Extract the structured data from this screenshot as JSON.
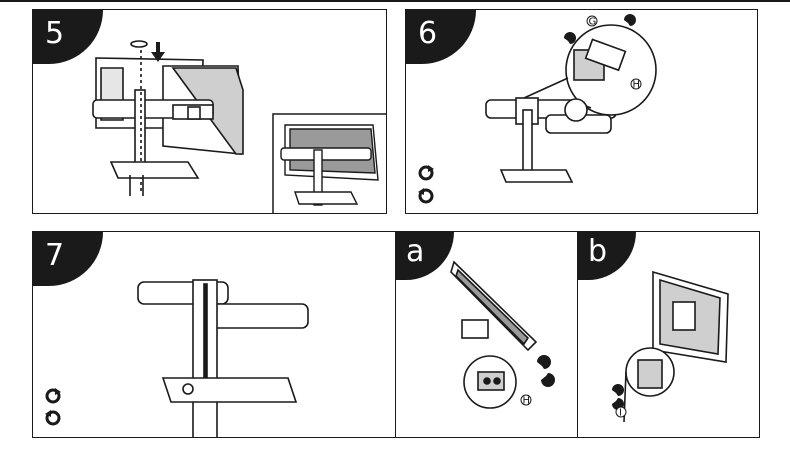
{
  "steps": [
    {
      "id": "5",
      "label": "5"
    },
    {
      "id": "6",
      "label": "6"
    },
    {
      "id": "7",
      "label": "7"
    },
    {
      "id": "a",
      "label": "a"
    },
    {
      "id": "b",
      "label": "b"
    }
  ],
  "callouts": {
    "g": "G",
    "h6": "H",
    "ha": "H",
    "i": "I"
  },
  "icons": [
    "down-arrow-icon",
    "rotate-clockwise-icon",
    "rotate-counterclockwise-icon",
    "double-rotate-arrows-icon"
  ]
}
